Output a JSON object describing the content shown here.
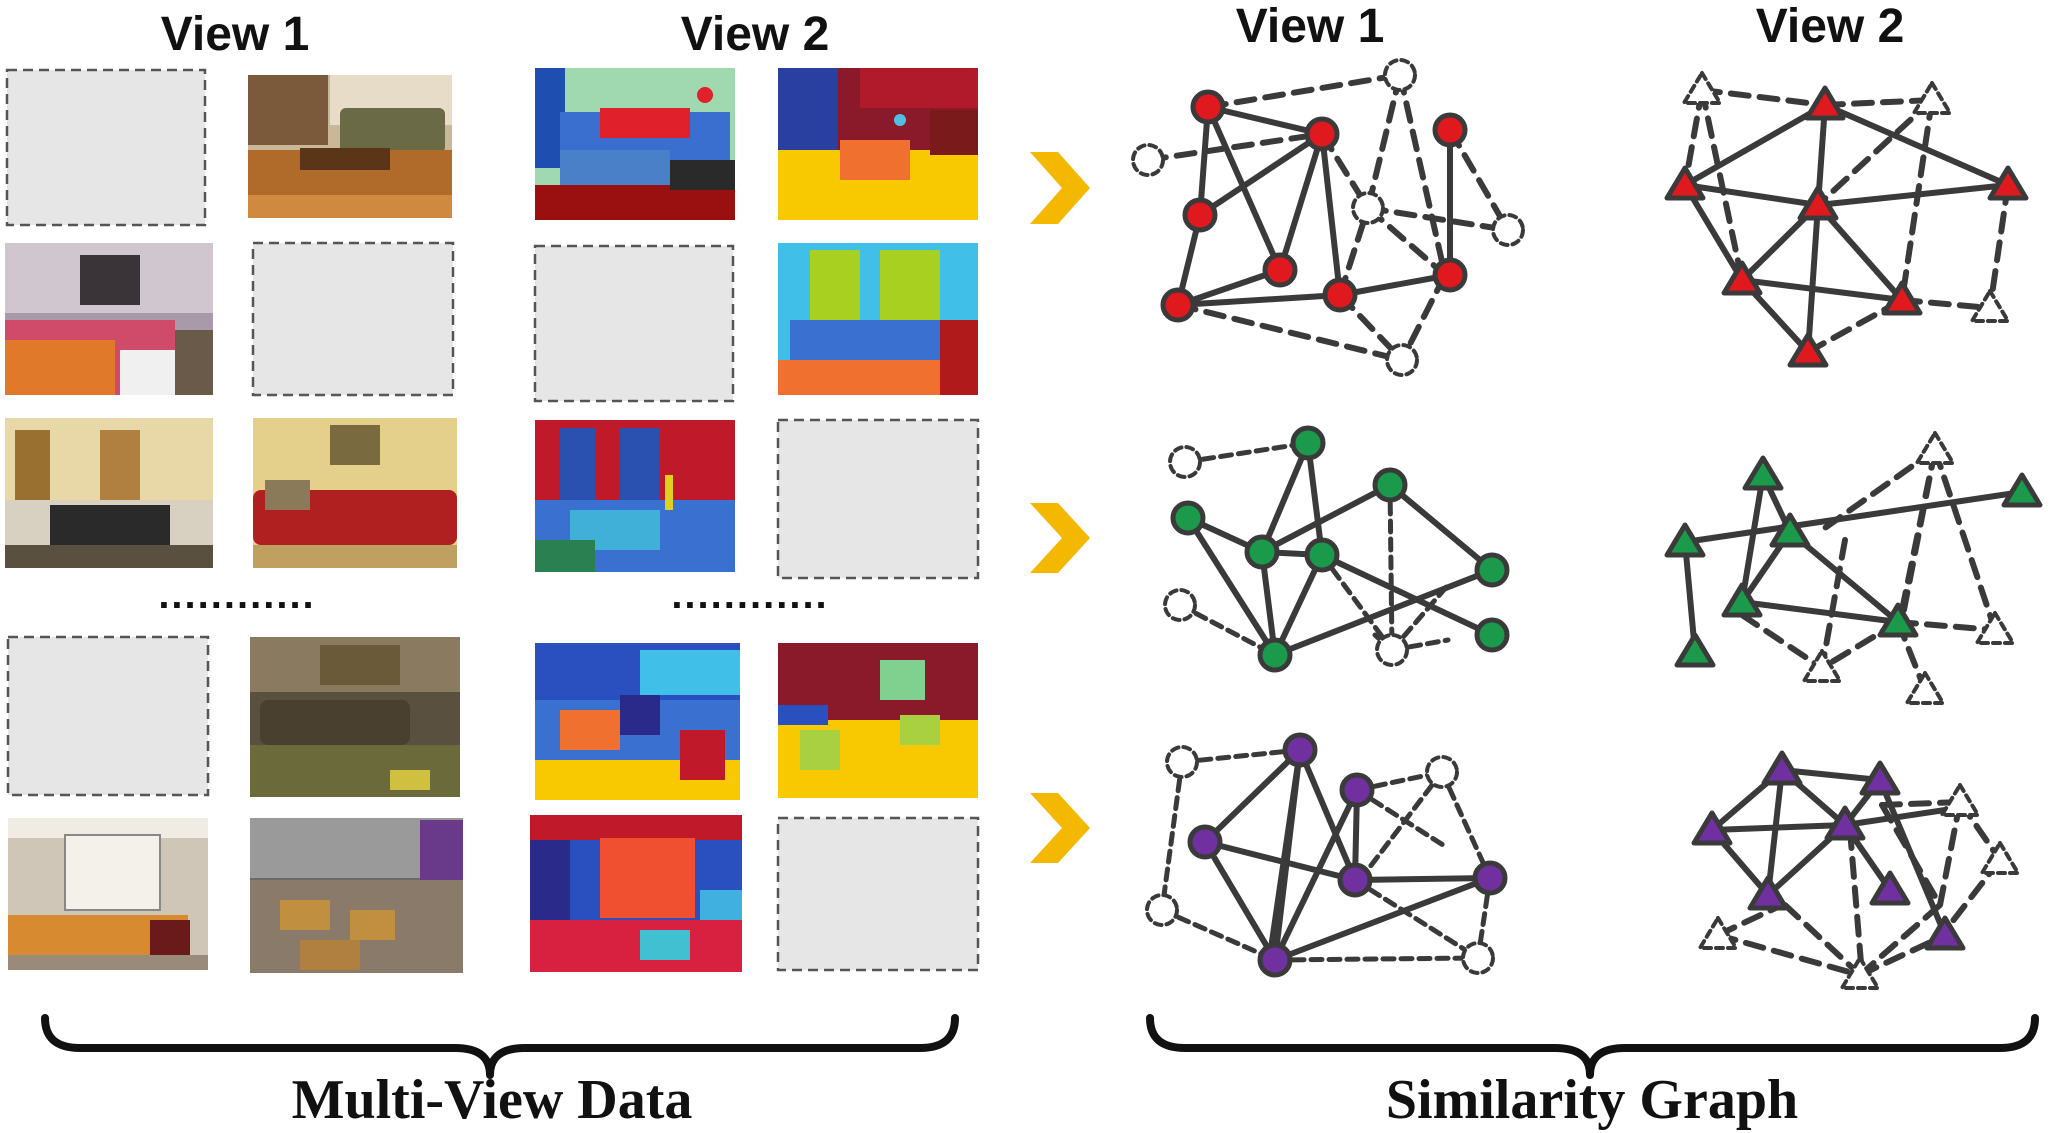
{
  "headers": {
    "data_view1": "View 1",
    "data_view2": "View 2",
    "graph_view1": "View 1",
    "graph_view2": "View 2"
  },
  "ellipsis": "............",
  "captions": {
    "left": "Multi-View Data",
    "right": "Similarity Graph"
  },
  "colors": {
    "arrow": "#f5b800",
    "missing_fill": "#e6e6e6",
    "edge": "#3a3a3a",
    "node_rows": [
      "#e0191f",
      "#1a9a4a",
      "#7030a0"
    ]
  },
  "missing_pattern": [
    [
      true,
      false,
      false,
      false
    ],
    [
      false,
      true,
      true,
      false
    ],
    [
      false,
      false,
      false,
      true
    ],
    [
      true,
      false,
      false,
      false
    ],
    [
      false,
      false,
      false,
      true
    ]
  ]
}
